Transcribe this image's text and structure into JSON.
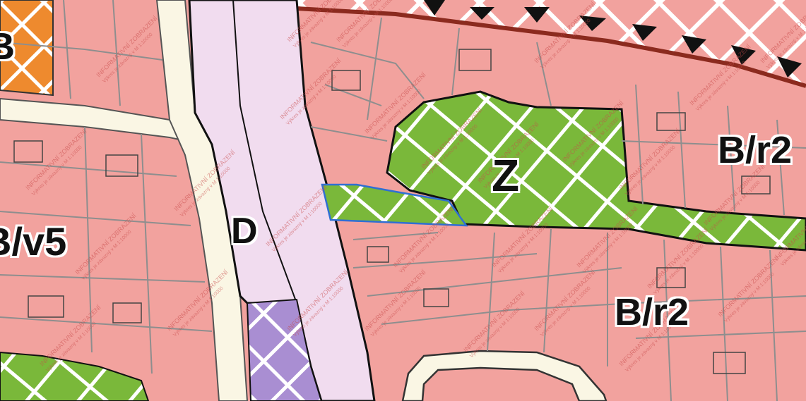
{
  "map": {
    "zone_labels": {
      "z": "Z",
      "d": "D",
      "br2_right": "B/r2",
      "br2_bottom": "B/r2",
      "bv5": "B/v5",
      "b_top": "B"
    },
    "watermark": {
      "line1": "INFORMATIVNÍ ZOBRAZENÍ",
      "line2": "Výkres je závazný v M 1:10000"
    },
    "colors": {
      "residential": "#f2a29e",
      "transport": "#f1dcef",
      "greenery": "#7ab83a",
      "civic": "#a98ed2",
      "commercial": "#ee8a2e",
      "road": "#faf6e4",
      "boundary": "#8b2a1e",
      "selection": "#2f6fd3",
      "parcel_lines": "#8e8e8e"
    }
  }
}
